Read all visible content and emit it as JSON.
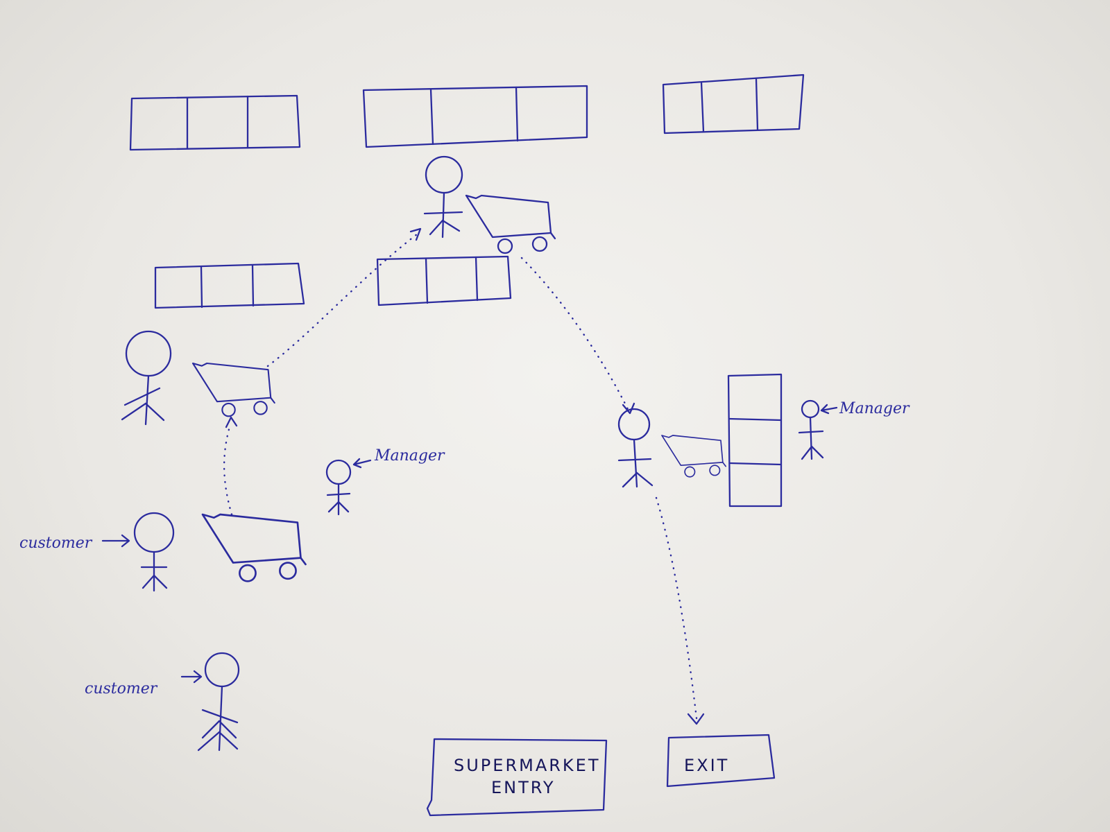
{
  "labels": {
    "customer_1": "customer",
    "customer_2": "customer",
    "manager_1": "Manager",
    "manager_2": "Manager",
    "entry_line_1": "SUPERMARKET",
    "entry_line_2": "ENTRY",
    "exit": "EXIT"
  },
  "colors": {
    "ink": "#2b2b9e",
    "paper": "#eeede9"
  }
}
